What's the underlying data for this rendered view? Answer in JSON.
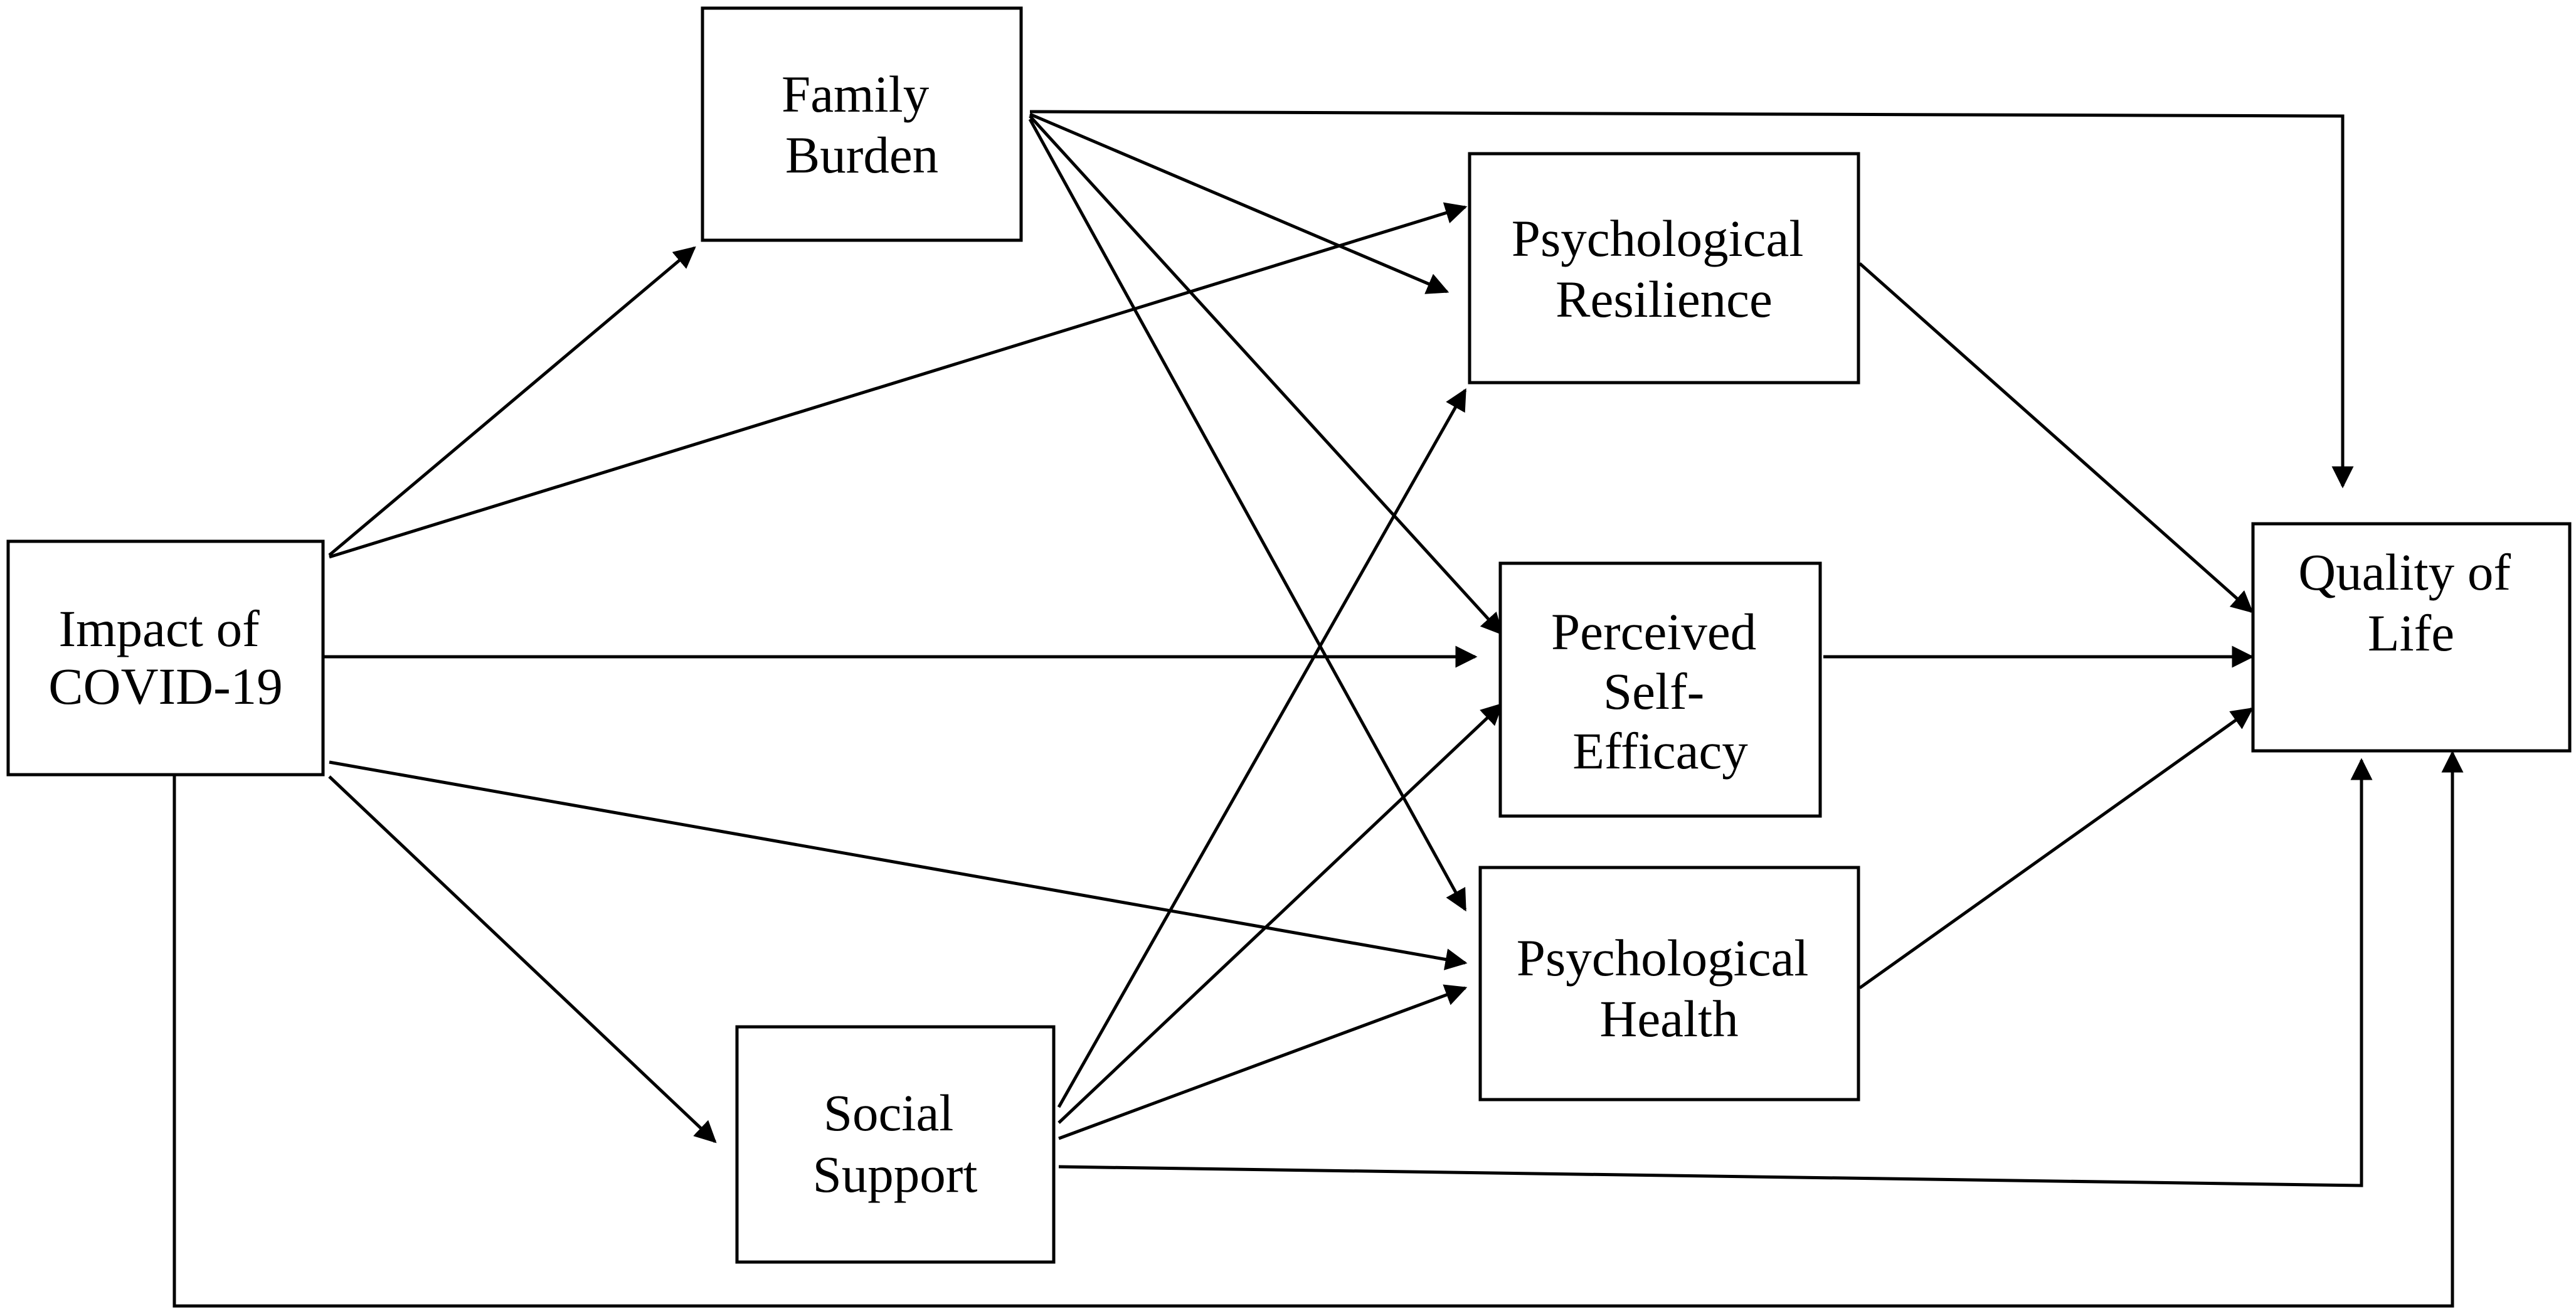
{
  "nodes": {
    "impact_covid": {
      "lines": [
        "Impact of",
        "COVID-19"
      ]
    },
    "family_burden": {
      "lines": [
        "Family",
        "Burden"
      ]
    },
    "social_support": {
      "lines": [
        "Social",
        "Support"
      ]
    },
    "psychological_resilience": {
      "lines": [
        "Psychological",
        "Resilience"
      ]
    },
    "perceived_self_efficacy": {
      "lines": [
        "Perceived",
        "Self-",
        "Efficacy"
      ]
    },
    "psychological_health": {
      "lines": [
        "Psychological",
        "Health"
      ]
    },
    "quality_of_life": {
      "lines": [
        "Quality of",
        "Life"
      ]
    }
  },
  "edges": [
    {
      "from": "impact_covid",
      "to": "family_burden"
    },
    {
      "from": "impact_covid",
      "to": "psychological_resilience"
    },
    {
      "from": "impact_covid",
      "to": "perceived_self_efficacy"
    },
    {
      "from": "impact_covid",
      "to": "psychological_health"
    },
    {
      "from": "impact_covid",
      "to": "social_support"
    },
    {
      "from": "impact_covid",
      "to": "quality_of_life"
    },
    {
      "from": "family_burden",
      "to": "quality_of_life"
    },
    {
      "from": "family_burden",
      "to": "psychological_resilience"
    },
    {
      "from": "family_burden",
      "to": "perceived_self_efficacy"
    },
    {
      "from": "family_burden",
      "to": "psychological_health"
    },
    {
      "from": "social_support",
      "to": "psychological_resilience"
    },
    {
      "from": "social_support",
      "to": "perceived_self_efficacy"
    },
    {
      "from": "social_support",
      "to": "psychological_health"
    },
    {
      "from": "social_support",
      "to": "quality_of_life"
    },
    {
      "from": "psychological_resilience",
      "to": "quality_of_life"
    },
    {
      "from": "perceived_self_efficacy",
      "to": "quality_of_life"
    },
    {
      "from": "psychological_health",
      "to": "quality_of_life"
    }
  ]
}
